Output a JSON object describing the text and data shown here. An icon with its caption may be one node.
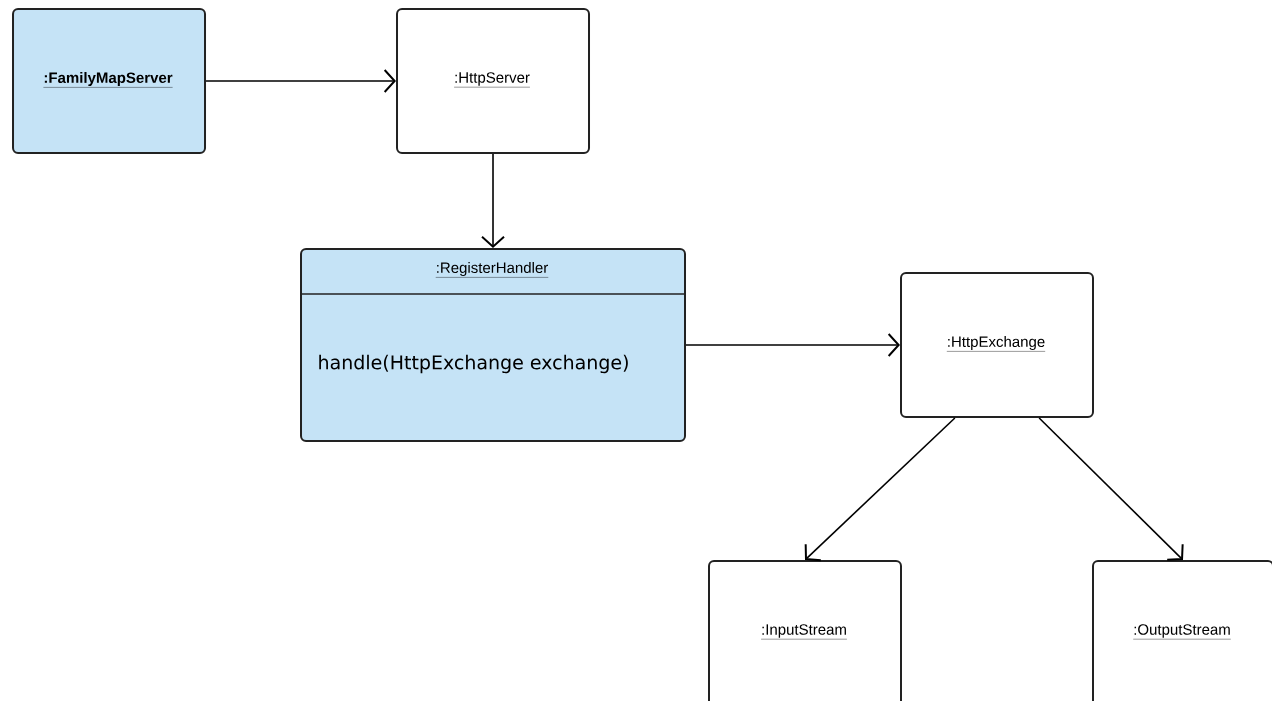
{
  "diagram": {
    "nodes": [
      {
        "text": [
          ":FamilyMapServer"
        ]
      },
      {
        "text": [
          ":HttpServer"
        ]
      },
      {
        "text": [
          ":RegisterHandler",
          "handle(HttpExchange exchange)"
        ]
      },
      {
        "text": [
          ":HttpExchange"
        ]
      },
      {
        "text": [
          ":InputStream"
        ]
      },
      {
        "text": [
          ":OutputStream"
        ]
      }
    ],
    "edges": [
      {
        "from": 0,
        "to": 1,
        "arrow": "to"
      },
      {
        "from": 1,
        "to": 2,
        "arrow": "to"
      },
      {
        "from": 2,
        "to": 3,
        "arrow": "to"
      },
      {
        "from": 3,
        "to": 4,
        "arrow": "to"
      },
      {
        "from": 3,
        "to": 5,
        "arrow": "to"
      }
    ]
  }
}
